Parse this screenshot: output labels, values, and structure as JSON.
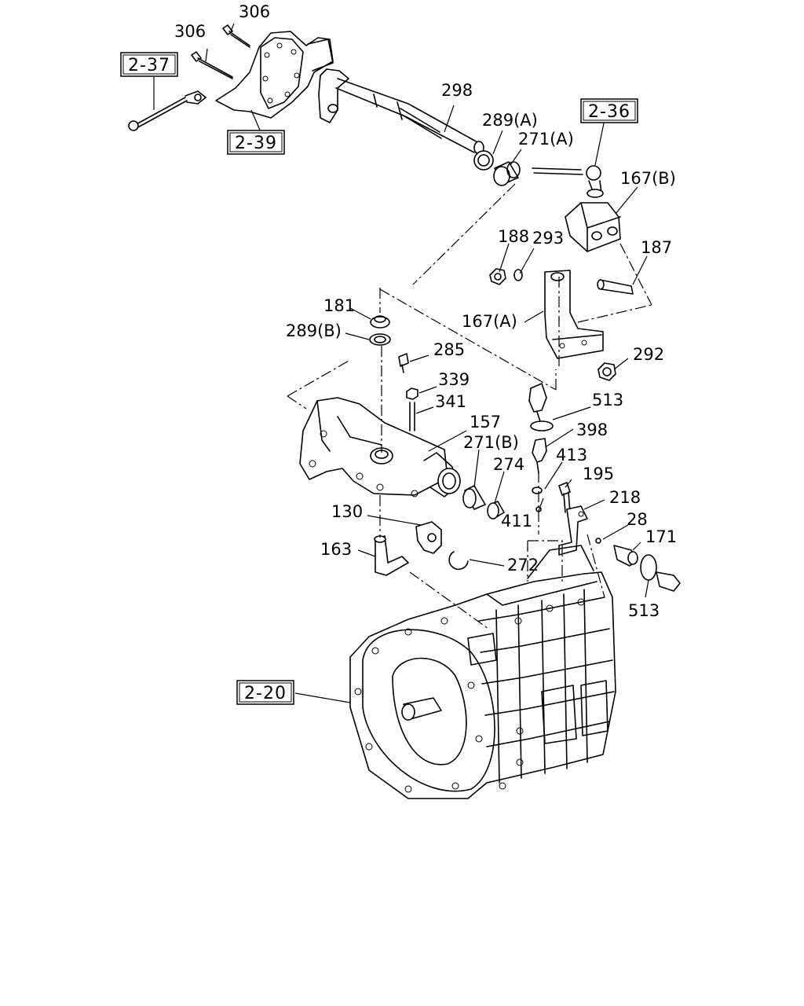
{
  "labels": {
    "p306a": "306",
    "p306b": "306",
    "p298": "298",
    "p289a": "289(A)",
    "p271a": "271(A)",
    "p167b": "167(B)",
    "p188": "188",
    "p293": "293",
    "p187": "187",
    "p167a": "167(A)",
    "p181": "181",
    "p289b": "289(B)",
    "p285": "285",
    "p339": "339",
    "p341": "341",
    "p157": "157",
    "p271b": "271(B)",
    "p274": "274",
    "p513a": "513",
    "p398": "398",
    "p413": "413",
    "p195": "195",
    "p218": "218",
    "p411": "411",
    "p28": "28",
    "p171": "171",
    "p513b": "513",
    "p130": "130",
    "p163": "163",
    "p272": "272",
    "p292": "292"
  },
  "refs": {
    "r237": "2-37",
    "r239": "2-39",
    "r236": "2-36",
    "r220": "2-20"
  }
}
